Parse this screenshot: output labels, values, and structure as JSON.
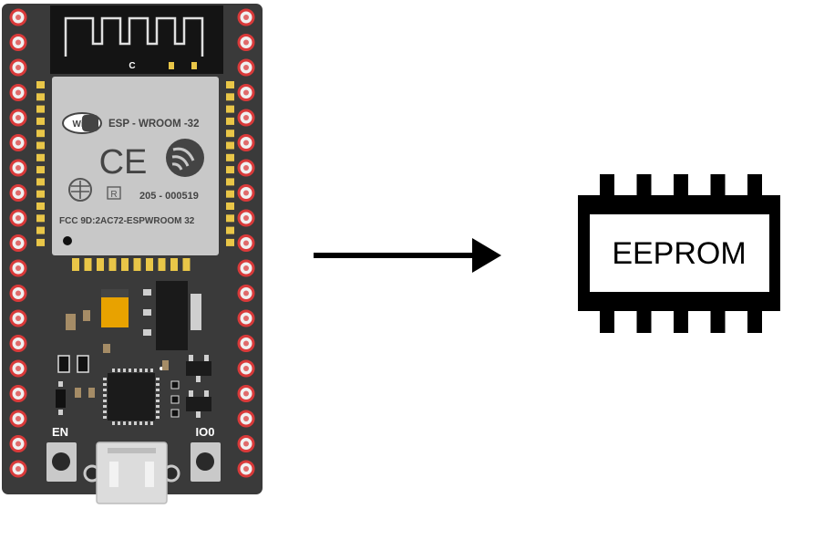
{
  "board": {
    "module_brand": "ESP - WROOM -32",
    "wifi_logo": "WiFi",
    "ce_mark": "CE",
    "reg_r": "R",
    "reg_number": "205 - 000519",
    "fcc_id": "FCC 9D:2AC72-ESPWROOM 32",
    "antenna_label": "C",
    "button_en_label": "EN",
    "button_io0_label": "IO0"
  },
  "chip": {
    "label": "EEPROM"
  },
  "colors": {
    "pcb": "#3b3b3b",
    "pin_ring": "#d93a3a",
    "shield": "#c9c9c9",
    "gold": "#e9c648",
    "arrow": "#000000"
  }
}
